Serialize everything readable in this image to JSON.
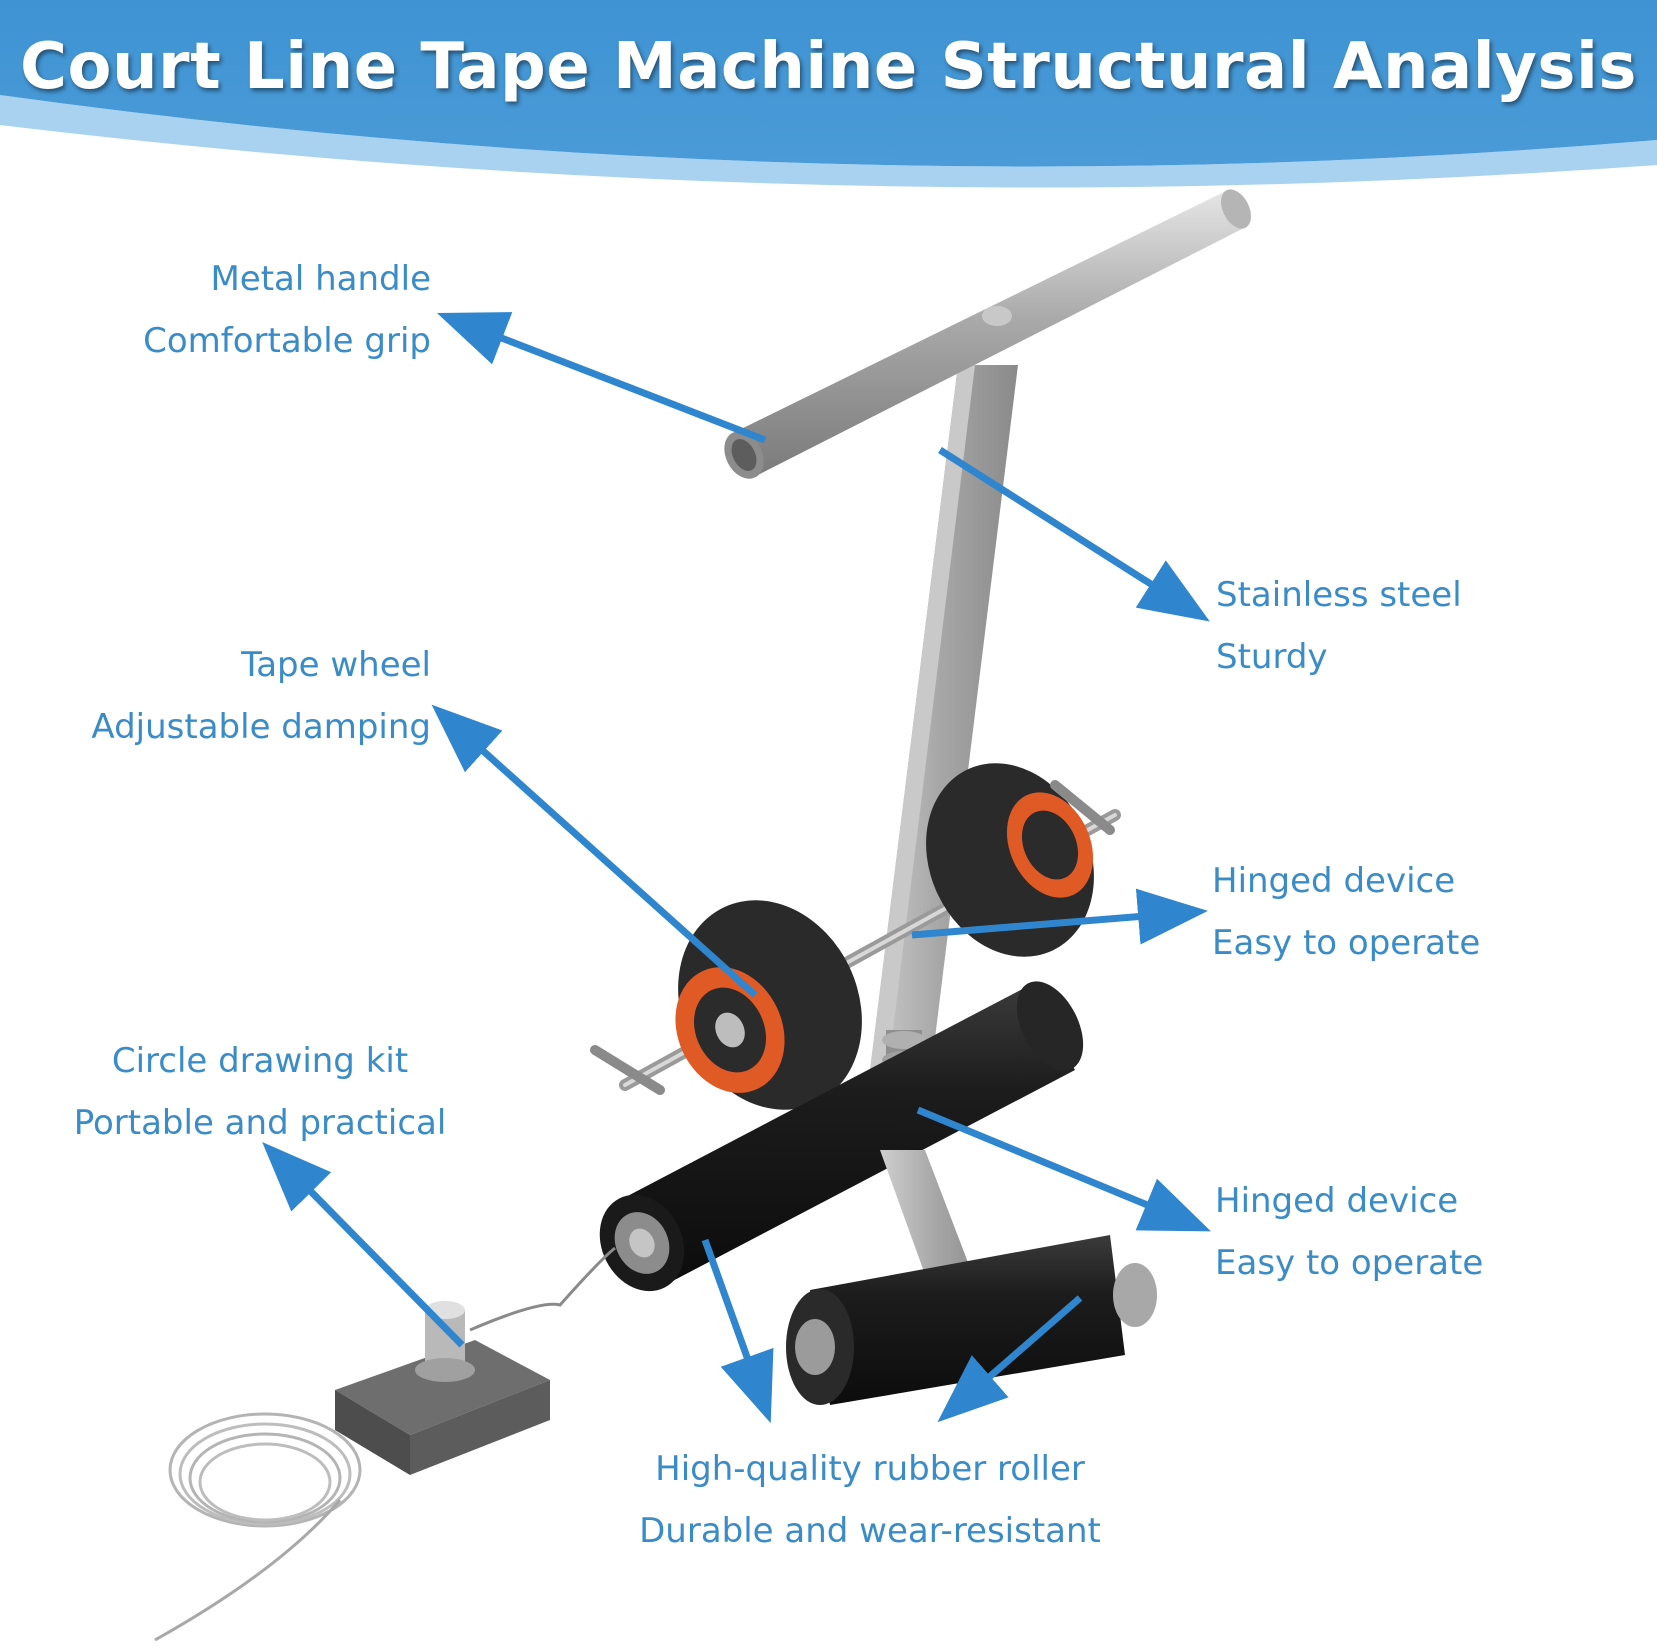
{
  "title": "Court Line Tape Machine Structural Analysis",
  "colors": {
    "banner": "#3f93d3",
    "banner_light": "#a9d2f0",
    "label": "#3a8cc9",
    "arrow": "#2f86cf"
  },
  "callouts": {
    "metal_handle": {
      "line1": "Metal handle",
      "line2": "Comfortable grip"
    },
    "stainless_steel": {
      "line1": "Stainless steel",
      "line2": "Sturdy"
    },
    "tape_wheel": {
      "line1": "Tape wheel",
      "line2": "Adjustable damping"
    },
    "hinged_device_upper": {
      "line1": "Hinged device",
      "line2": "Easy to operate"
    },
    "circle_kit": {
      "line1": "Circle drawing kit",
      "line2": "Portable and practical"
    },
    "hinged_device_lower": {
      "line1": "Hinged device",
      "line2": "Easy to operate"
    },
    "rubber_roller": {
      "line1": "High-quality rubber roller",
      "line2": "Durable and wear-resistant"
    }
  }
}
